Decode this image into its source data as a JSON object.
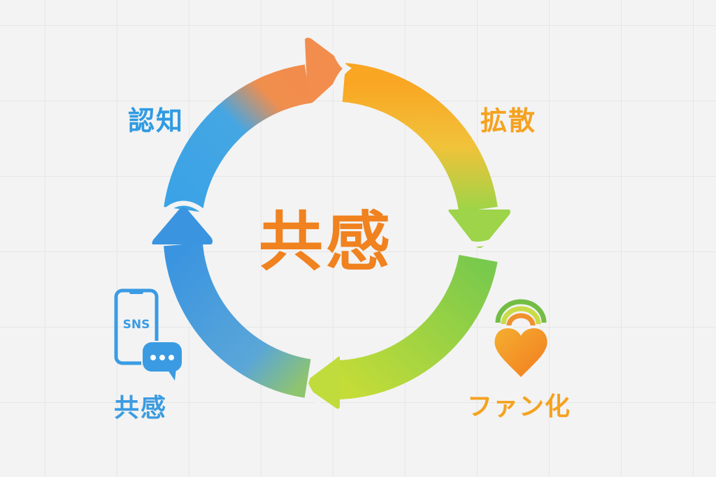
{
  "diagram": {
    "center_label": "共感",
    "stages": [
      {
        "label": "認知",
        "color": "#2f9be3"
      },
      {
        "label": "拡散",
        "color": "#f5a21f"
      },
      {
        "label": "ファン化",
        "color": "#f5a21f"
      },
      {
        "label": "共感",
        "color": "#3a9be0"
      }
    ],
    "icons": {
      "sns": {
        "name": "smartphone-chat-icon",
        "text": "SNS"
      },
      "fan": {
        "name": "heart-rainbow-icon"
      }
    },
    "colors": {
      "blue": "#3a9be3",
      "orange": "#f0821f",
      "yellow": "#f5a823",
      "green": "#7cc84a",
      "lime": "#b5d63a",
      "background": "#f3f3f3"
    }
  }
}
